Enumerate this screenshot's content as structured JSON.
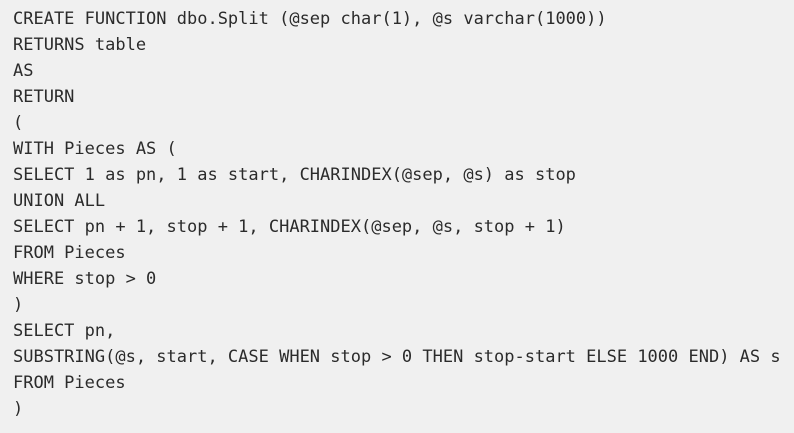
{
  "code": {
    "lines": [
      "CREATE FUNCTION dbo.Split (@sep char(1), @s varchar(1000))",
      "RETURNS table",
      "AS",
      "RETURN",
      "(",
      "WITH Pieces AS (",
      "SELECT 1 as pn, 1 as start, CHARINDEX(@sep, @s) as stop",
      "UNION ALL",
      "SELECT pn + 1, stop + 1, CHARINDEX(@sep, @s, stop + 1)",
      "FROM Pieces",
      "WHERE stop > 0",
      ")",
      "SELECT pn,",
      "SUBSTRING(@s, start, CASE WHEN stop > 0 THEN stop-start ELSE 1000 END) AS s",
      "FROM Pieces",
      ")"
    ]
  },
  "colors": {
    "background": "#f0f0f0",
    "text": "#2b2b2b"
  }
}
